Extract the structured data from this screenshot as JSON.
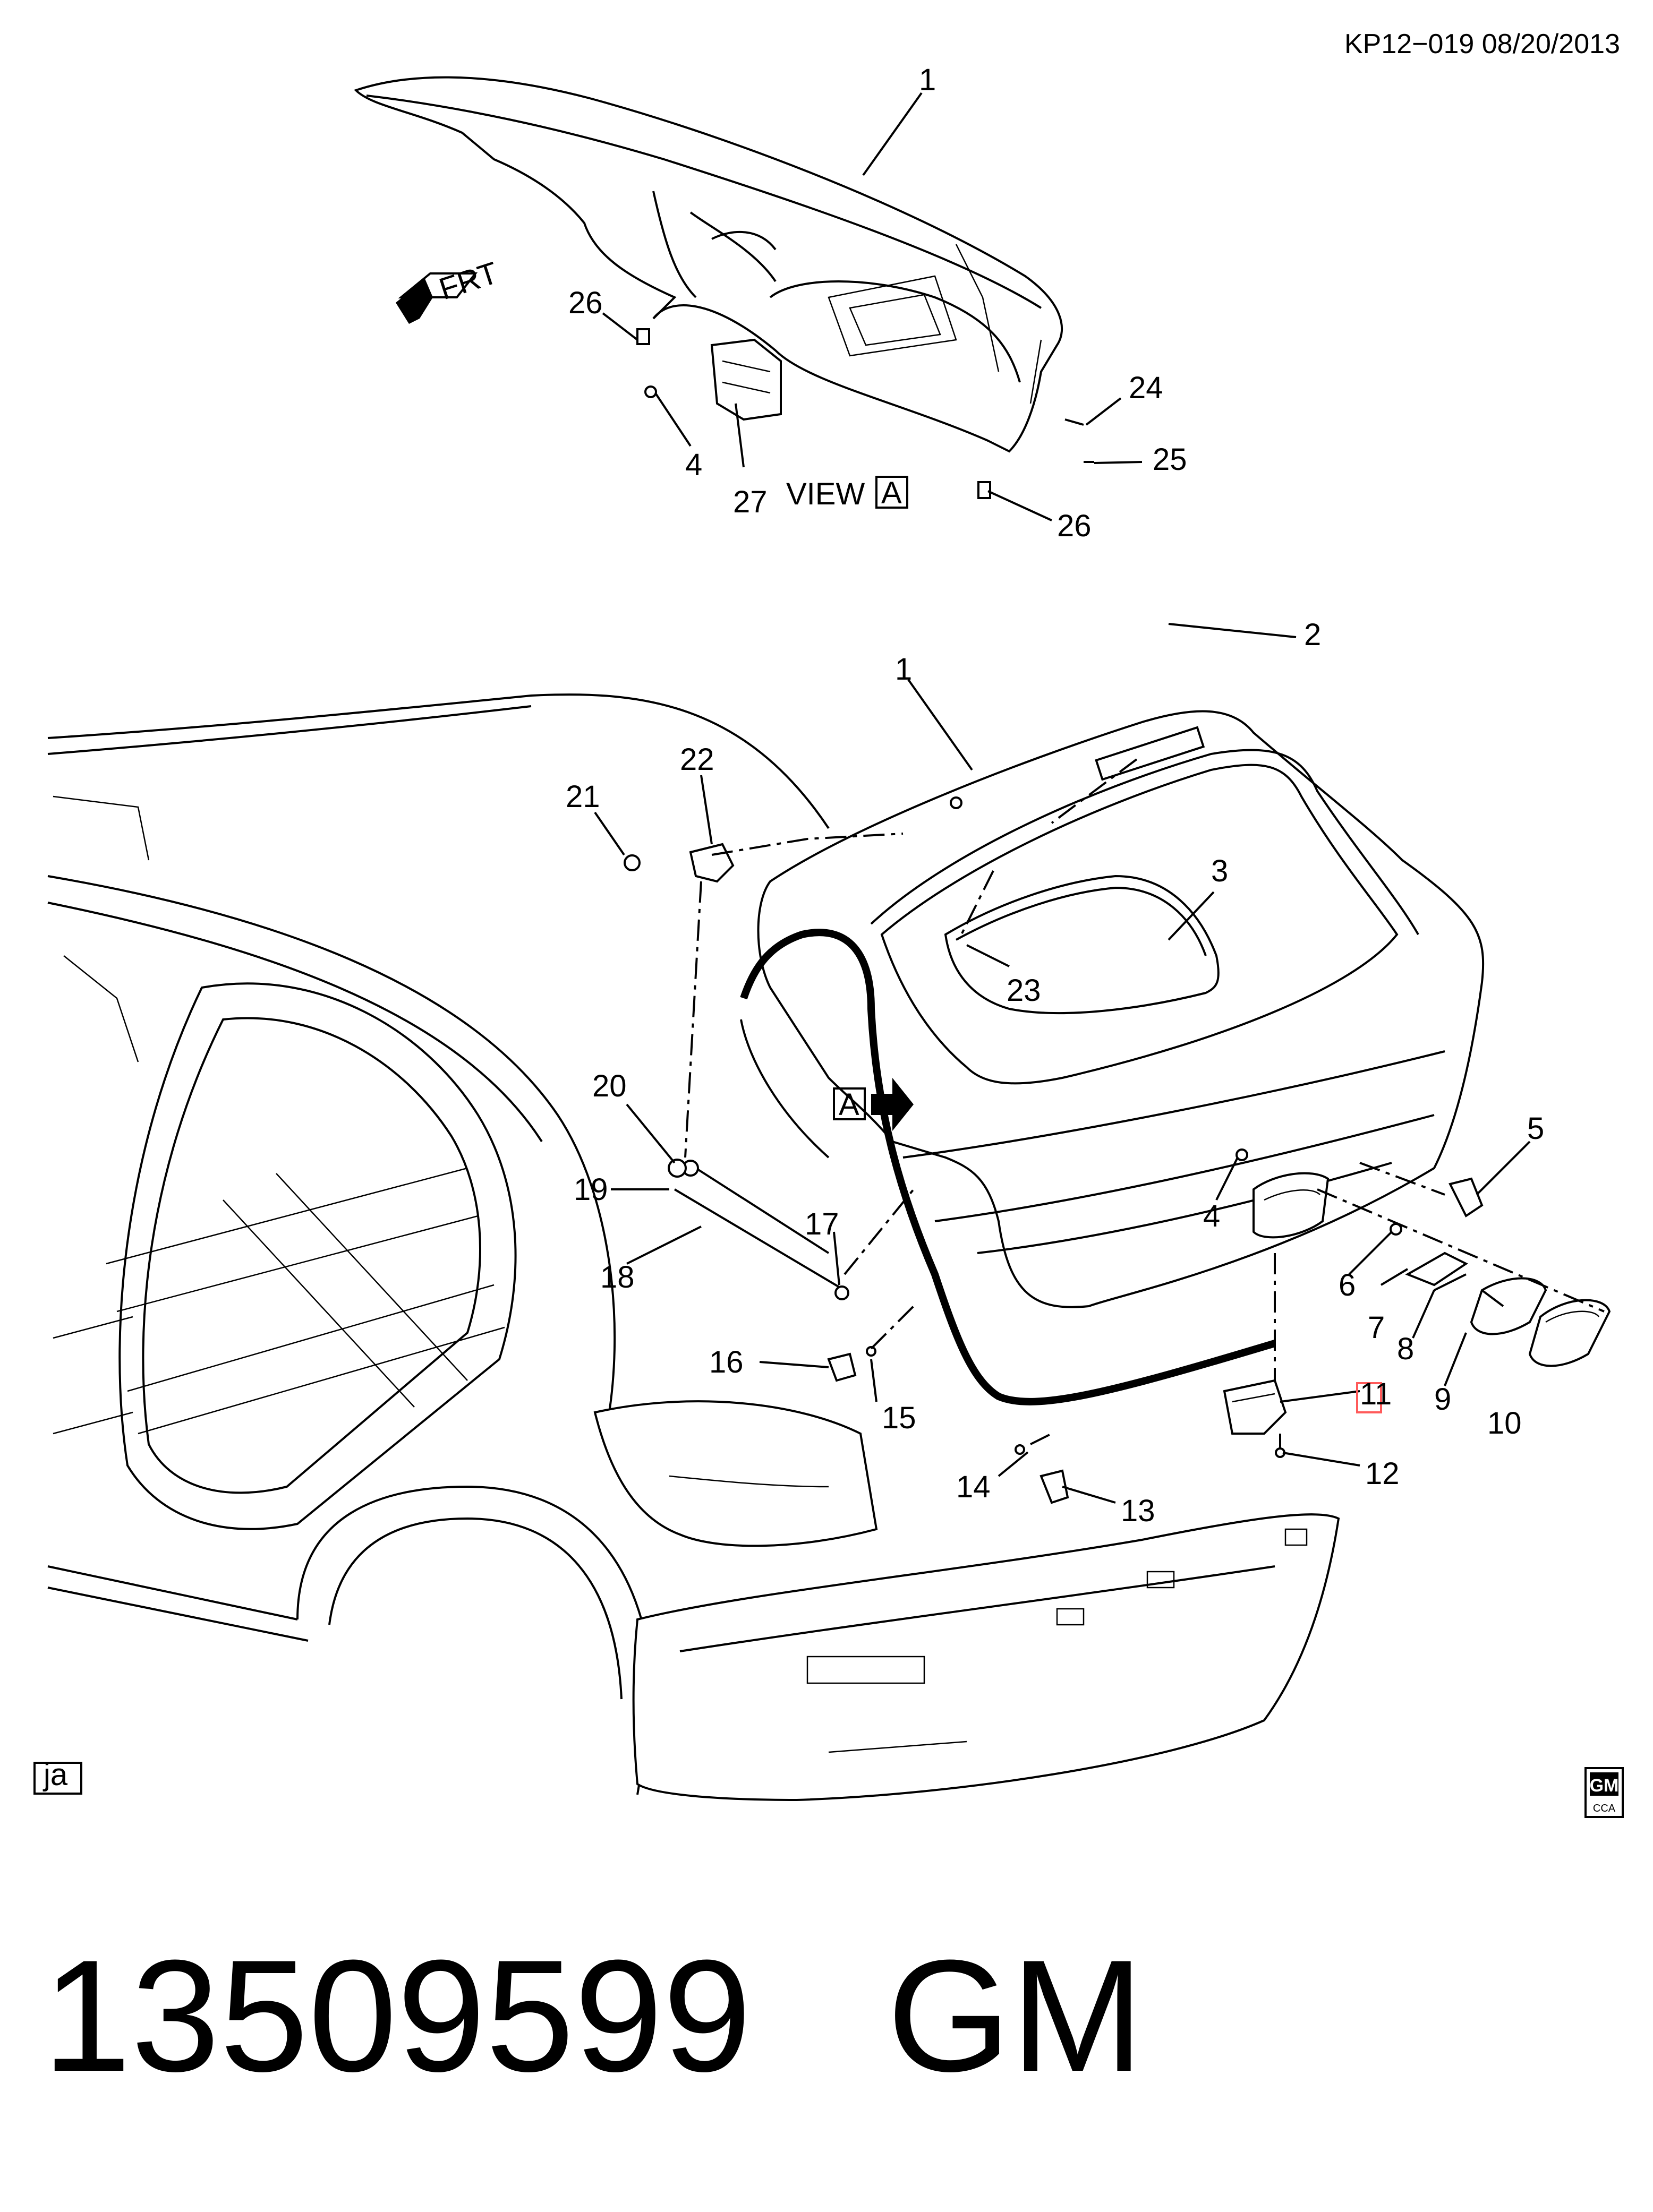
{
  "header": {
    "drawing_code": "KP12−019  08/20/2013"
  },
  "view_a": {
    "frt_label": "FRT",
    "view_label": "VIEW",
    "view_letter": "A",
    "callouts": {
      "c1": "1",
      "c26a": "26",
      "c24": "24",
      "c25": "25",
      "c4": "4",
      "c27": "27",
      "c26b": "26"
    }
  },
  "main_view": {
    "view_marker_letter": "A",
    "callouts": {
      "c2": "2",
      "c1": "1",
      "c22": "22",
      "c21": "21",
      "c3": "3",
      "c23": "23",
      "c20": "20",
      "c19": "19",
      "c18": "18",
      "c17": "17",
      "c16": "16",
      "c15": "15",
      "c14": "14",
      "c13": "13",
      "c12": "12",
      "c11": "11",
      "c10": "10",
      "c9": "9",
      "c8": "8",
      "c7": "7",
      "c6": "6",
      "c5": "5",
      "c4": "4"
    }
  },
  "footer_tags": {
    "artist": "ja",
    "logo_text": "GM",
    "logo_sub": "CCA"
  },
  "caption": {
    "part_number": "13509599",
    "brand": "GM"
  },
  "highlight_color": "#ff5a5a"
}
